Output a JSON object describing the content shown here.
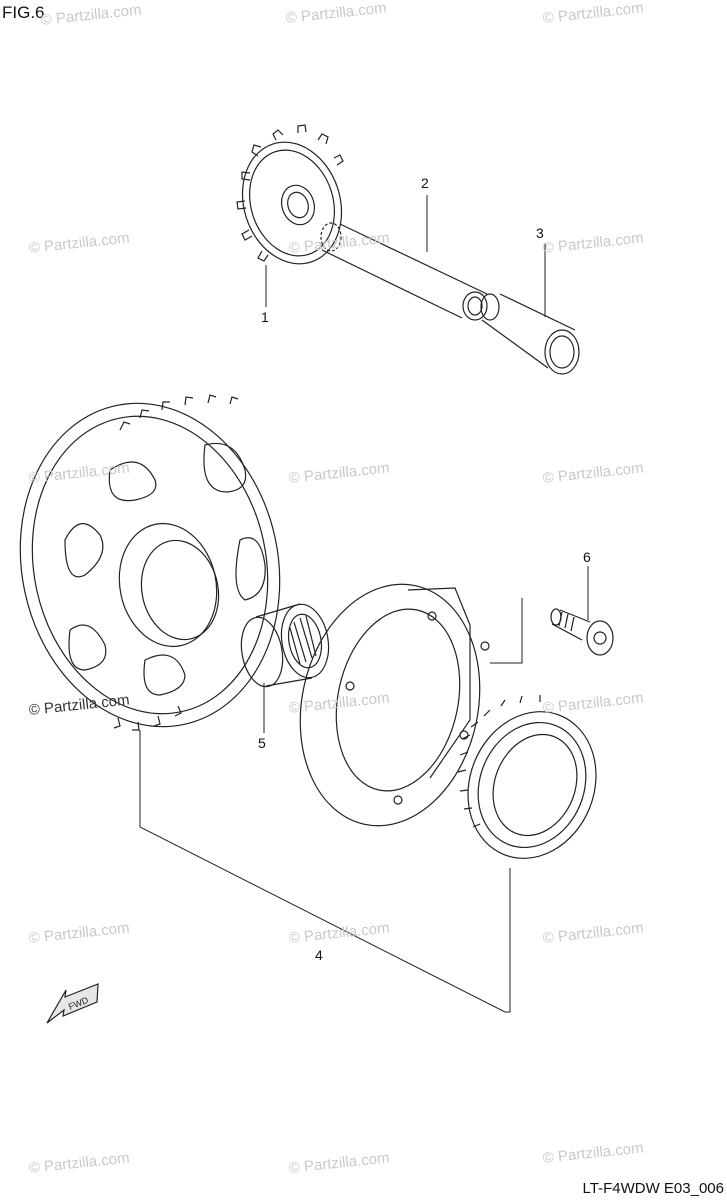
{
  "figure_label": "FIG.6",
  "diagram_code": "LT-F4WDW E03_006",
  "watermark_text": "© Partzilla.com",
  "fwd_label": "FWD",
  "callouts": [
    "1",
    "2",
    "3",
    "4",
    "5",
    "6"
  ],
  "colors": {
    "line": "#222222",
    "watermark": "#c9c9c9",
    "background": "#ffffff"
  }
}
